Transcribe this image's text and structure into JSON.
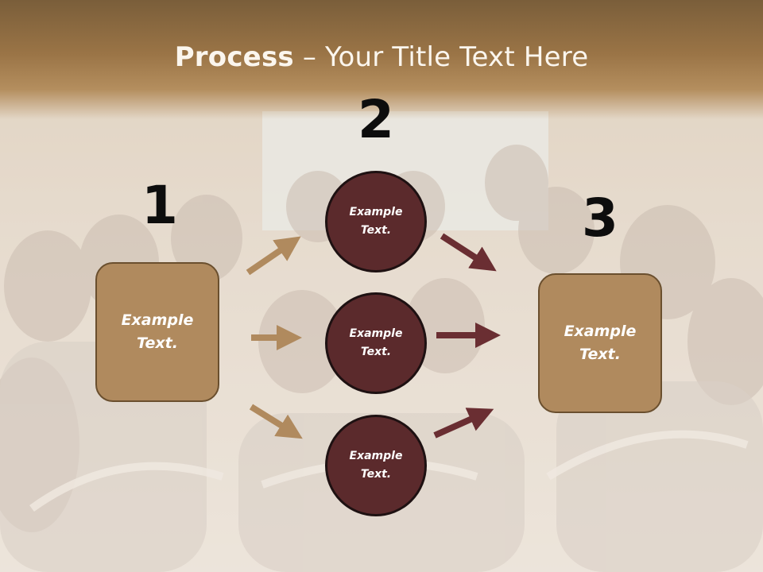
{
  "slide": {
    "title_bold": "Process",
    "title_rest": " – Your Title Text Here"
  },
  "steps": {
    "step1": {
      "number": "1",
      "text": "Example\nText."
    },
    "step2": {
      "number": "2",
      "items": [
        "Example\nText.",
        "Example\nText.",
        "Example\nText."
      ]
    },
    "step3": {
      "number": "3",
      "text": "Example\nText."
    }
  },
  "colors": {
    "tan": "#b08a5e",
    "maroon": "#5b2a2c",
    "arrow_tan": "#b08a5e",
    "arrow_maroon": "#6a2e32",
    "title_band": "#9a7446"
  }
}
